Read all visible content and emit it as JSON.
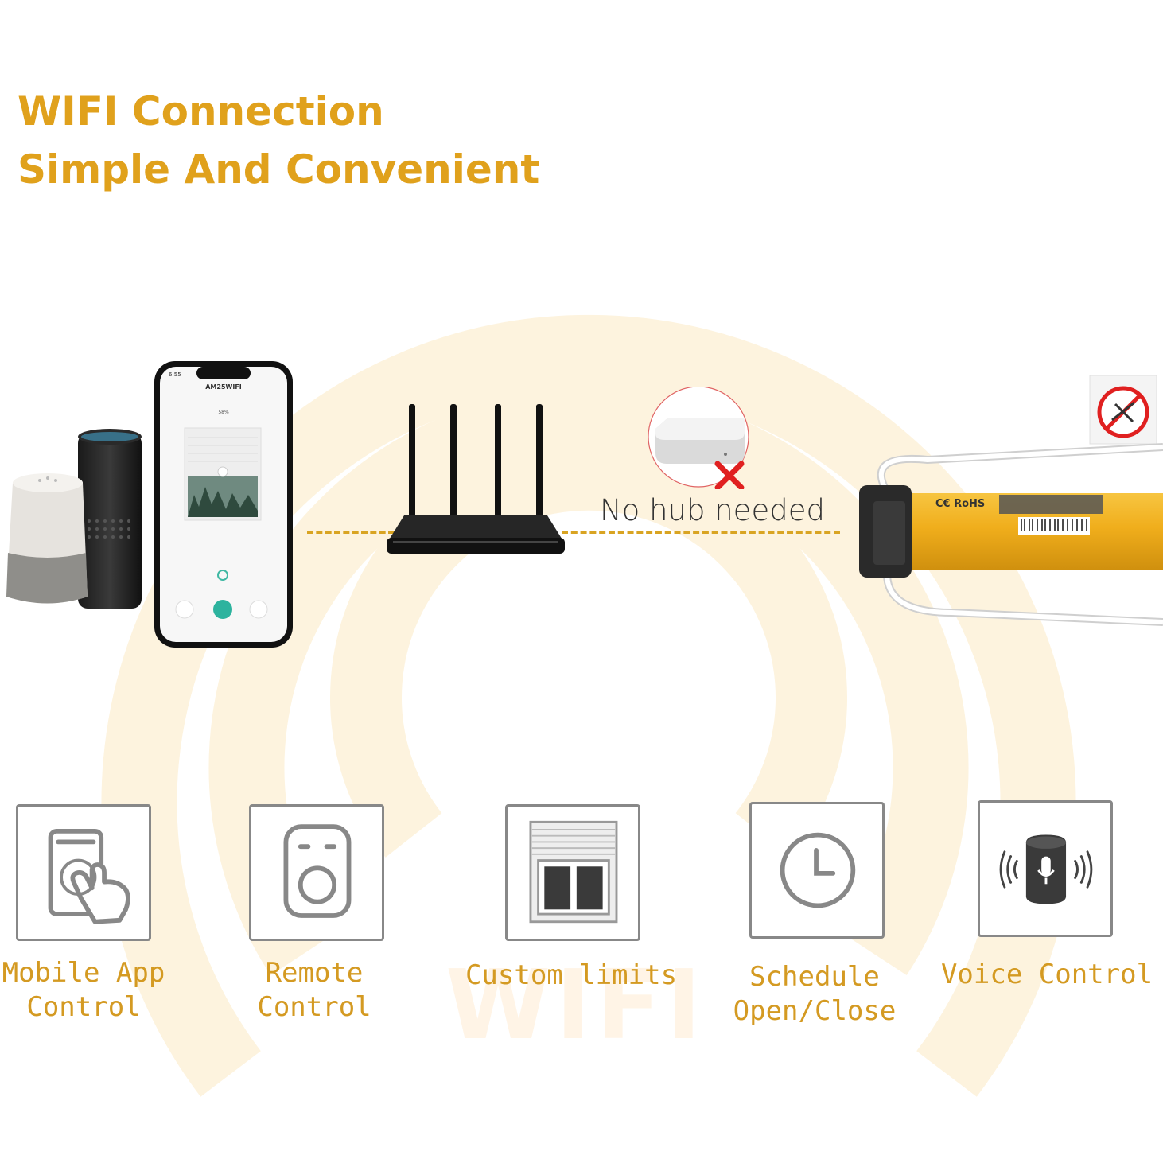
{
  "header": {
    "line1": "WIFI Connection",
    "line2": "Simple And Convenient"
  },
  "watermark": "WIFI",
  "phone": {
    "time": "6:55",
    "app_title": "AM25WIFI",
    "percent": "58%"
  },
  "hub": {
    "label": "No hub needed"
  },
  "motor": {
    "marks": "C€ RoHS"
  },
  "features": [
    {
      "icon": "touch-phone-icon",
      "label": "Mobile App\nControl"
    },
    {
      "icon": "remote-icon",
      "label": "Remote\nControl"
    },
    {
      "icon": "shutter-window-icon",
      "label": "Custom limits"
    },
    {
      "icon": "clock-icon",
      "label": "Schedule\nOpen/Close"
    },
    {
      "icon": "smart-speaker-icon",
      "label": "Voice Control"
    }
  ],
  "colors": {
    "accent": "#e0a11c",
    "label": "#d49a22",
    "ring": "#fdf3de"
  }
}
